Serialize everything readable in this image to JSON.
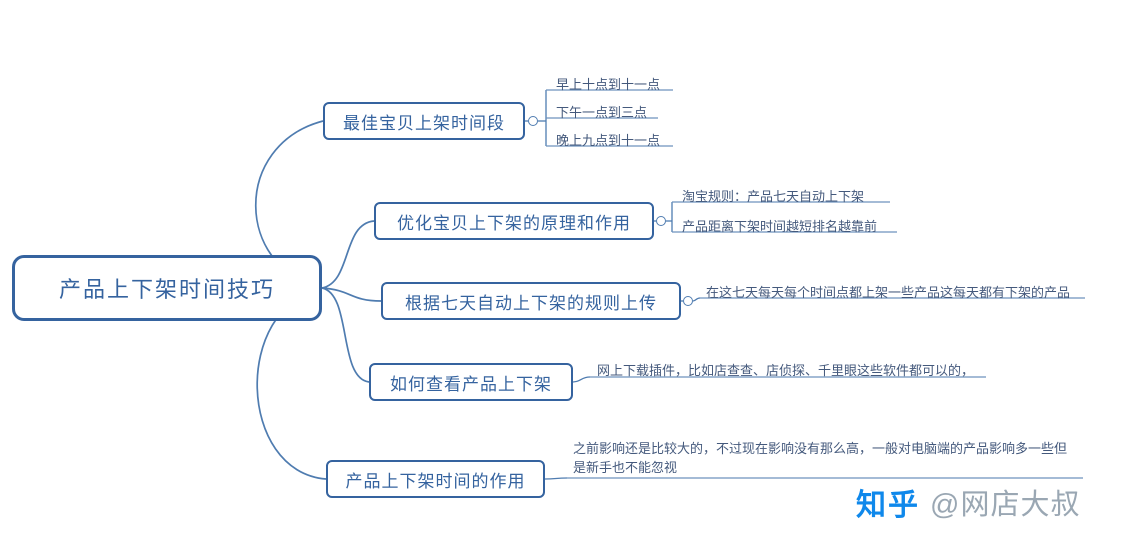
{
  "mindmap": {
    "root": {
      "label": "产品上下架时间技巧"
    },
    "branches": [
      {
        "label": "最佳宝贝上架时间段",
        "children": [
          {
            "label": "早上十点到十一点"
          },
          {
            "label": "下午一点到三点"
          },
          {
            "label": "晚上九点到十一点"
          }
        ]
      },
      {
        "label": "优化宝贝上下架的原理和作用",
        "children": [
          {
            "label": "淘宝规则：产品七天自动上下架"
          },
          {
            "label": "产品距离下架时间越短排名越靠前"
          }
        ]
      },
      {
        "label": "根据七天自动上下架的规则上传",
        "children": [
          {
            "label": "在这七天每天每个时间点都上架一些产品这每天都有下架的产品"
          }
        ]
      },
      {
        "label": "如何查看产品上下架",
        "children": [
          {
            "label": "网上下载插件，比如店查查、店侦探、千里眼这些软件都可以的，"
          }
        ]
      },
      {
        "label": "产品上下架时间的作用",
        "children": [
          {
            "label": "之前影响还是比较大的，不过现在影响没有那么高，一般对电脑端的产品影响多一些但是新手也不能忽视"
          }
        ]
      }
    ]
  },
  "watermark": {
    "logo": "知乎",
    "handle": "@网店大叔"
  },
  "colors": {
    "accent": "#35639f",
    "line": "#4f7cb0",
    "underline": "#6e92bd",
    "leaf_text": "#44597c",
    "watermark_blue": "#0f88eb",
    "watermark_gray": "#9aa7b3"
  }
}
